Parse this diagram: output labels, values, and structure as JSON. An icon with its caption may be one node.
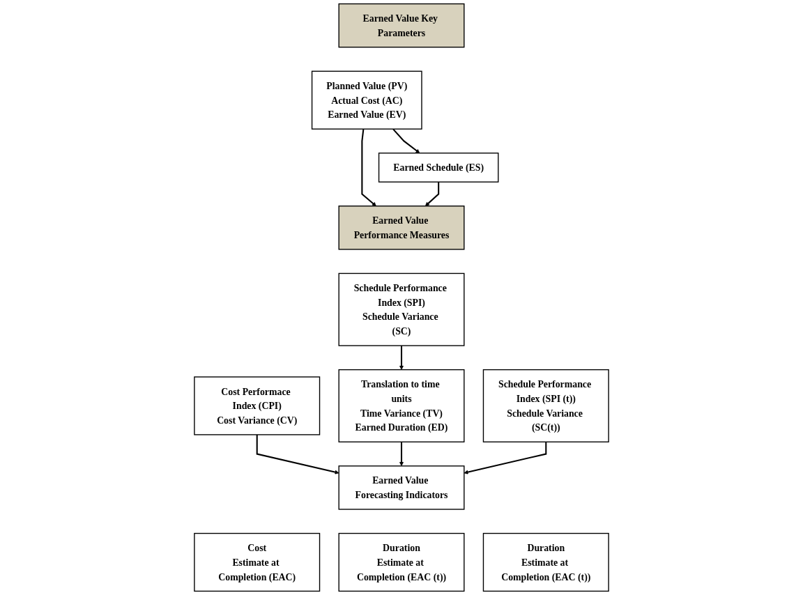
{
  "diagram": {
    "nodes": [
      {
        "text": [
          "Earned Value Key Parameters"
        ]
      },
      {
        "text": [
          "Planned Value (PV)",
          "Actual Cost (AC)",
          "Earned Value (EV)"
        ]
      },
      {
        "text": [
          "Earned Schedule (ES)"
        ]
      },
      {
        "text": [
          "Earned Value Performance Measures"
        ]
      },
      {
        "text": [
          "Cost Performace Index (CPI)",
          "Cost Variance (CV)"
        ]
      },
      {
        "text": [
          "Schedule Performance Index (SPI)",
          "Schedule Variance (SC)"
        ]
      },
      {
        "text": [
          "Schedule Performance Index (SPI (t))",
          "Schedule Variance (SC(t))"
        ]
      },
      {
        "text": [
          "Translation to time units",
          "Time Variance (TV)",
          "Earned Duration (ED)"
        ]
      },
      {
        "text": [
          "Earned Value Forecasting Indicators"
        ]
      },
      {
        "text": [
          "Cost",
          "Estimate at Completion (EAC)"
        ]
      },
      {
        "text": [
          "Duration",
          "Estimate at Completion (EAC (t))"
        ]
      },
      {
        "text": [
          "Duration",
          "Estimate at Completion (EAC (t))"
        ]
      }
    ],
    "edges": [
      {
        "from": 1,
        "to": 2,
        "arrow": "to"
      },
      {
        "from": 1,
        "to": 3,
        "arrow": "to"
      },
      {
        "from": 2,
        "to": 3,
        "arrow": "to"
      },
      {
        "from": 4,
        "to": 8,
        "arrow": "to"
      },
      {
        "from": 5,
        "to": 7,
        "arrow": "to"
      },
      {
        "from": 7,
        "to": 8,
        "arrow": "to"
      },
      {
        "from": 6,
        "to": 8,
        "arrow": "to"
      }
    ]
  }
}
